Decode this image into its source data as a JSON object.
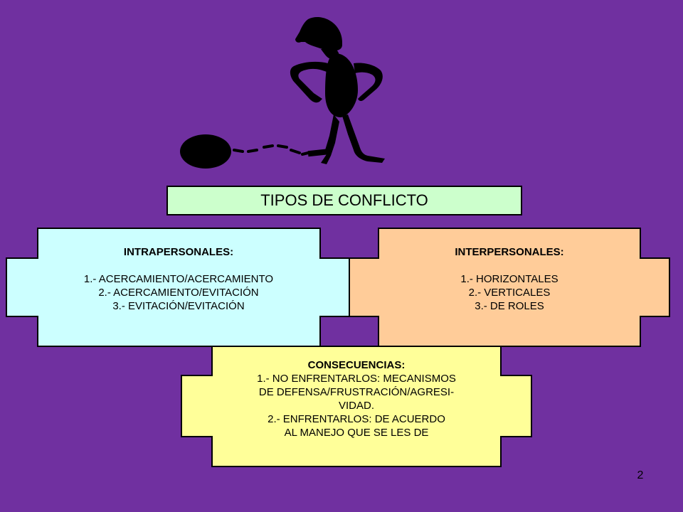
{
  "colors": {
    "background": "#7030a0",
    "title_fill": "#ccffcc",
    "intra_fill": "#ccffff",
    "inter_fill": "#ffcc99",
    "consequences_fill": "#ffff99"
  },
  "illustration": {
    "icon": "stick-figure-ball-and-chain"
  },
  "title": "TIPOS DE CONFLICTO",
  "intrapersonal": {
    "heading": "INTRAPERSONALES:",
    "items": [
      "1.- ACERCAMIENTO/ACERCAMIENTO",
      "2.- ACERCAMIENTO/EVITACIÓN",
      "3.- EVITACIÓN/EVITACIÓN"
    ]
  },
  "interpersonal": {
    "heading": "INTERPERSONALES:",
    "items": [
      "1.- HORIZONTALES",
      "2.- VERTICALES",
      "3.- DE ROLES"
    ]
  },
  "consequences": {
    "heading": "CONSECUENCIAS:",
    "lines": [
      "1.- NO ENFRENTARLOS: MECANISMOS",
      "DE DEFENSA/FRUSTRACIÓN/AGRESI-",
      "VIDAD.",
      "2.- ENFRENTARLOS: DE ACUERDO",
      "AL MANEJO QUE SE LES DE"
    ]
  },
  "page_number": "2"
}
